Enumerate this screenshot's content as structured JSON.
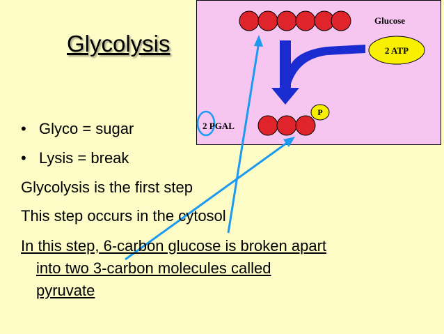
{
  "slide": {
    "title": "Glycolysis",
    "bullets": [
      "Glyco = sugar",
      "Lysis = break"
    ],
    "lines": [
      "Glycolysis is the first step",
      "This step occurs in the cytosol"
    ],
    "underlined_lines": [
      "In this step, 6-carbon glucose is broken apart",
      "into two 3-carbon molecules called",
      "pyruvate"
    ]
  },
  "diagram": {
    "glucose_label": "Glucose",
    "atp_label": "2 ATP",
    "pgal_label": "2 PGAL",
    "phosphate_label": "P",
    "colors": {
      "panel": "#f6c6f1",
      "carbon": "#e0242c",
      "atp": "#f8f000",
      "arrow_main": "#1a2bd0",
      "arrow_annot": "#1b9af0"
    }
  }
}
